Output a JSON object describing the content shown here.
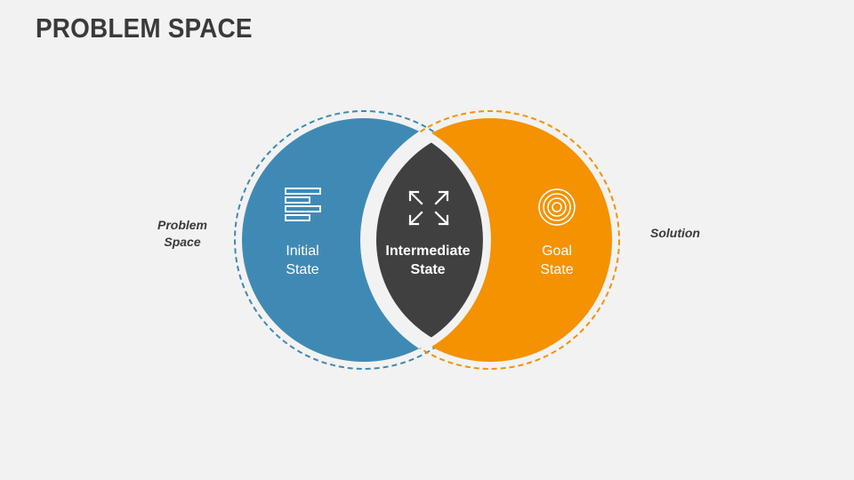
{
  "title": "PROBLEM SPACE",
  "left_label": {
    "line1": "Problem",
    "line2": "Space"
  },
  "right_label": "Solution",
  "states": {
    "initial": {
      "line1": "Initial",
      "line2": "State",
      "icon": "list-icon"
    },
    "intermediate": {
      "line1": "Intermediate",
      "line2": "State",
      "icon": "expand-arrows-icon"
    },
    "goal": {
      "line1": "Goal",
      "line2": "State",
      "icon": "target-icon"
    }
  },
  "colors": {
    "background": "#f2f2f2",
    "initial": "#3f8ab4",
    "goal": "#f49201",
    "intermediate": "#404040",
    "title": "#3a3a3a"
  }
}
